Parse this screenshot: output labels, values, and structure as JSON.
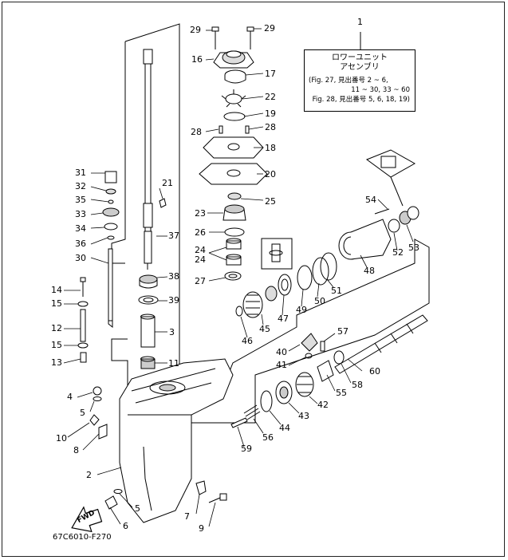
{
  "diagram": {
    "assembly_box": {
      "number": "1",
      "title_line1": "ロワーユニット",
      "title_line2": "アセンブリ",
      "note_line1": "(Fig. 27, 見出番号 2 ~ 6,",
      "note_line2": "11 ~ 30, 33 ~ 60",
      "note_line3": "Fig. 28, 見出番号 5, 6, 18, 19)"
    },
    "fwd_label": "FWD",
    "drawing_code": "67C6010-F270",
    "callouts": [
      "29",
      "29",
      "16",
      "17",
      "22",
      "19",
      "28",
      "28",
      "18",
      "20",
      "25",
      "23",
      "26",
      "24",
      "24",
      "27",
      "21",
      "31",
      "32",
      "35",
      "33",
      "34",
      "36",
      "30",
      "37",
      "38",
      "39",
      "3",
      "11",
      "14",
      "15",
      "12",
      "15",
      "13",
      "4",
      "5",
      "10",
      "8",
      "2",
      "5",
      "6",
      "7",
      "9",
      "54",
      "53",
      "52",
      "48",
      "51",
      "50",
      "49",
      "47",
      "45",
      "46",
      "40",
      "41",
      "57",
      "58",
      "60",
      "55",
      "42",
      "43",
      "44",
      "56",
      "59"
    ]
  }
}
